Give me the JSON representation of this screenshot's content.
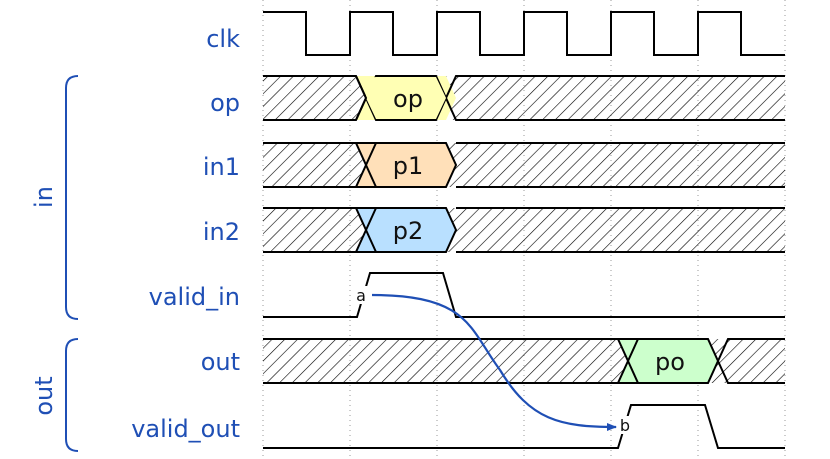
{
  "signals": {
    "clk": "clk",
    "op": "op",
    "in1": "in1",
    "in2": "in2",
    "valid_in": "valid_in",
    "out": "out",
    "valid_out": "valid_out"
  },
  "groups": {
    "in": "in",
    "out": "out"
  },
  "bus_values": {
    "op": "op",
    "in1": "p1",
    "in2": "p2",
    "out": "po"
  },
  "nodes": {
    "a": "a",
    "b": "b"
  },
  "colors": {
    "label": "#1f4fb5",
    "op_fill": "#ffffb4",
    "in1_fill": "#ffe0b9",
    "in2_fill": "#b9e0ff",
    "out_fill": "#ccffcc",
    "arrow": "#1f4fb5"
  }
}
